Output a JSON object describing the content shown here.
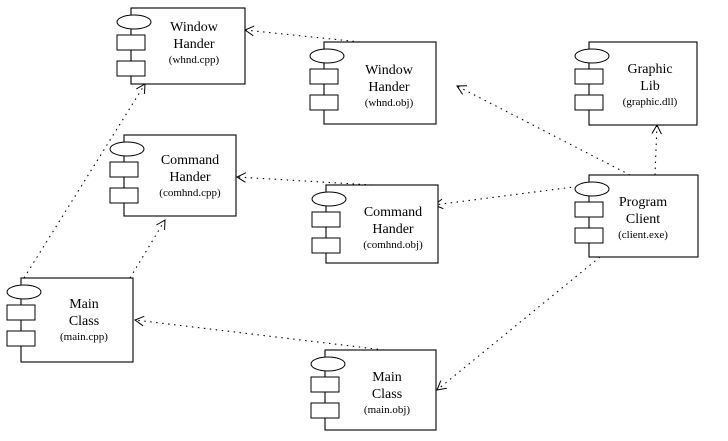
{
  "components": [
    {
      "id": "window-handler-cpp",
      "name_lines": [
        "Window",
        "Hander"
      ],
      "file": "(whnd.cpp)"
    },
    {
      "id": "window-handler-obj",
      "name_lines": [
        "Window",
        "Hander"
      ],
      "file": "(whnd.obj)"
    },
    {
      "id": "graphic-lib",
      "name_lines": [
        "Graphic",
        "Lib"
      ],
      "file": "(graphic.dll)"
    },
    {
      "id": "command-handler-cpp",
      "name_lines": [
        "Command",
        "Hander"
      ],
      "file": "(comhnd.cpp)"
    },
    {
      "id": "command-handler-obj",
      "name_lines": [
        "Command",
        "Hander"
      ],
      "file": "(comhnd.obj)"
    },
    {
      "id": "program-client",
      "name_lines": [
        "Program",
        "Client"
      ],
      "file": "(client.exe)"
    },
    {
      "id": "main-class-cpp",
      "name_lines": [
        "Main",
        "Class"
      ],
      "file": "(main.cpp)"
    },
    {
      "id": "main-class-obj",
      "name_lines": [
        "Main",
        "Class"
      ],
      "file": "(main.obj)"
    }
  ],
  "dependencies": [
    {
      "from": "window-handler-obj",
      "to": "window-handler-cpp"
    },
    {
      "from": "command-handler-obj",
      "to": "command-handler-cpp"
    },
    {
      "from": "main-class-obj",
      "to": "main-class-cpp"
    },
    {
      "from": "main-class-cpp",
      "to": "window-handler-cpp"
    },
    {
      "from": "main-class-cpp",
      "to": "command-handler-cpp"
    },
    {
      "from": "program-client",
      "to": "window-handler-obj"
    },
    {
      "from": "program-client",
      "to": "command-handler-obj"
    },
    {
      "from": "program-client",
      "to": "main-class-obj"
    },
    {
      "from": "program-client",
      "to": "graphic-lib"
    }
  ]
}
